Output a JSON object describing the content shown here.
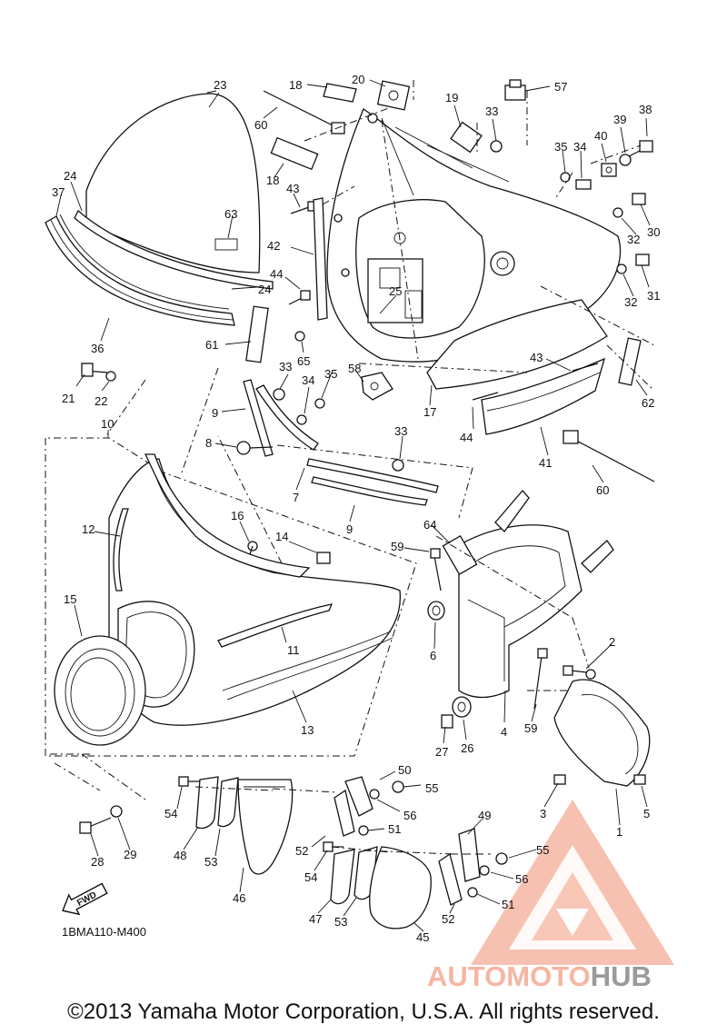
{
  "diagram_code": "1BMA110-M400",
  "fwd_label": "FWD",
  "watermark": {
    "word_left": "AUTOMOTO",
    "word_right": "HUB",
    "color_light": "#f6b6a3",
    "color_dark": "#9a9a9a"
  },
  "copyright": "©2013 Yamaha Motor Corporation, U.S.A. All rights reserved.",
  "callouts": [
    {
      "key": "c23",
      "text": "23"
    },
    {
      "key": "c18a",
      "text": "18"
    },
    {
      "key": "c20",
      "text": "20"
    },
    {
      "key": "c57",
      "text": "57"
    },
    {
      "key": "c19",
      "text": "19"
    },
    {
      "key": "c33a",
      "text": "33"
    },
    {
      "key": "c39",
      "text": "39"
    },
    {
      "key": "c38",
      "text": "38"
    },
    {
      "key": "c60a",
      "text": "60"
    },
    {
      "key": "c40",
      "text": "40"
    },
    {
      "key": "c35a",
      "text": "35"
    },
    {
      "key": "c34a",
      "text": "34"
    },
    {
      "key": "c24a",
      "text": "24"
    },
    {
      "key": "c18b",
      "text": "18"
    },
    {
      "key": "c37",
      "text": "37"
    },
    {
      "key": "c43a",
      "text": "43"
    },
    {
      "key": "c63",
      "text": "63"
    },
    {
      "key": "c30",
      "text": "30"
    },
    {
      "key": "c32a",
      "text": "32"
    },
    {
      "key": "c42",
      "text": "42"
    },
    {
      "key": "c31",
      "text": "31"
    },
    {
      "key": "c32b",
      "text": "32"
    },
    {
      "key": "c44a",
      "text": "44"
    },
    {
      "key": "c24b",
      "text": "24"
    },
    {
      "key": "c25",
      "text": "25"
    },
    {
      "key": "c36",
      "text": "36"
    },
    {
      "key": "c61",
      "text": "61"
    },
    {
      "key": "c65",
      "text": "65"
    },
    {
      "key": "c43b",
      "text": "43"
    },
    {
      "key": "c58",
      "text": "58"
    },
    {
      "key": "c21",
      "text": "21"
    },
    {
      "key": "c22",
      "text": "22"
    },
    {
      "key": "c33b",
      "text": "33"
    },
    {
      "key": "c34b",
      "text": "34"
    },
    {
      "key": "c35b",
      "text": "35"
    },
    {
      "key": "c62",
      "text": "62"
    },
    {
      "key": "c17",
      "text": "17"
    },
    {
      "key": "c44b",
      "text": "44"
    },
    {
      "key": "c9a",
      "text": "9"
    },
    {
      "key": "c10",
      "text": "10"
    },
    {
      "key": "c8",
      "text": "8"
    },
    {
      "key": "c33c",
      "text": "33"
    },
    {
      "key": "c41",
      "text": "41"
    },
    {
      "key": "c60b",
      "text": "60"
    },
    {
      "key": "c7",
      "text": "7"
    },
    {
      "key": "c12",
      "text": "12"
    },
    {
      "key": "c9b",
      "text": "9"
    },
    {
      "key": "c16",
      "text": "16"
    },
    {
      "key": "c64",
      "text": "64"
    },
    {
      "key": "c14",
      "text": "14"
    },
    {
      "key": "c59a",
      "text": "59"
    },
    {
      "key": "c15",
      "text": "15"
    },
    {
      "key": "c6",
      "text": "6"
    },
    {
      "key": "c11",
      "text": "11"
    },
    {
      "key": "c2",
      "text": "2"
    },
    {
      "key": "c13",
      "text": "13"
    },
    {
      "key": "c4",
      "text": "4"
    },
    {
      "key": "c59b",
      "text": "59"
    },
    {
      "key": "c27",
      "text": "27"
    },
    {
      "key": "c26",
      "text": "26"
    },
    {
      "key": "c50",
      "text": "50"
    },
    {
      "key": "c55a",
      "text": "55"
    },
    {
      "key": "c54a",
      "text": "54"
    },
    {
      "key": "c56a",
      "text": "56"
    },
    {
      "key": "c3",
      "text": "3"
    },
    {
      "key": "c5",
      "text": "5"
    },
    {
      "key": "c1",
      "text": "1"
    },
    {
      "key": "c51a",
      "text": "51"
    },
    {
      "key": "c49",
      "text": "49"
    },
    {
      "key": "c28",
      "text": "28"
    },
    {
      "key": "c29",
      "text": "29"
    },
    {
      "key": "c48",
      "text": "48"
    },
    {
      "key": "c53a",
      "text": "53"
    },
    {
      "key": "c52a",
      "text": "52"
    },
    {
      "key": "c55b",
      "text": "55"
    },
    {
      "key": "c54b",
      "text": "54"
    },
    {
      "key": "c56b",
      "text": "56"
    },
    {
      "key": "c46",
      "text": "46"
    },
    {
      "key": "c51b",
      "text": "51"
    },
    {
      "key": "c47",
      "text": "47"
    },
    {
      "key": "c53b",
      "text": "53"
    },
    {
      "key": "c52b",
      "text": "52"
    },
    {
      "key": "c45",
      "text": "45"
    }
  ]
}
